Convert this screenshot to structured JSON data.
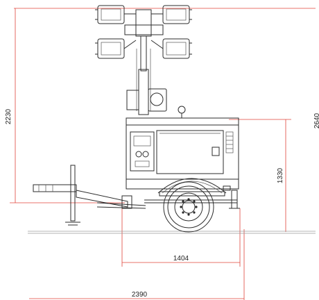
{
  "dimensions": {
    "mast_height": "2230",
    "overall_height": "2640",
    "body_height": "1330",
    "wheelbase_to_rear": "1404",
    "overall_length": "2390"
  },
  "colors": {
    "dimension_line": "#e0453a",
    "ink": "#2b2b2b",
    "ground": "#9a9a9a"
  }
}
